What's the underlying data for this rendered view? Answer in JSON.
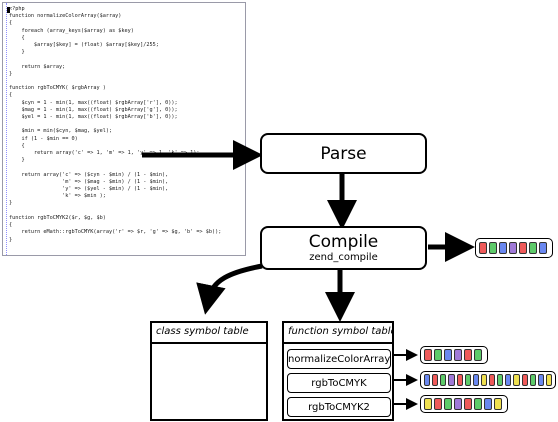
{
  "code_panel": {
    "lines": [
      "<?php",
      "function normalizeColorArray($array)",
      "{",
      "    foreach (array_keys($array) as $key)",
      "    {",
      "        $array[$key] = (float) $array[$key]/255;",
      "    }",
      "",
      "    return $array;",
      "}",
      "",
      "function rgbToCMYK( $rgbArray )",
      "{",
      "    $cyn = 1 - min(1, max((float) $rgbArray['r'], 0));",
      "    $mag = 1 - min(1, max((float) $rgbArray['g'], 0));",
      "    $yel = 1 - min(1, max((float) $rgbArray['b'], 0));",
      "",
      "    $min = min($cyn, $mag, $yel);",
      "    if (1 - $min == 0)",
      "    {",
      "        return array('c' => 1, 'm' => 1, 'y' => 1, 'k' => 1);",
      "    }",
      "",
      "    return array('c' => ($cyn - $min) / (1 - $min),",
      "                 'm' => ($mag - $min) / (1 - $min),",
      "                 'y' => ($yel - $min) / (1 - $min),",
      "                 'k' => $min );",
      "}",
      "",
      "function rgbToCMYK2($r, $g, $b)",
      "{",
      "    return eMath::rgbToCMYK(array('r' => $r, 'g' => $g, 'b' => $b));",
      "}"
    ]
  },
  "boxes": {
    "parse": {
      "label": "Parse"
    },
    "compile": {
      "label": "Compile",
      "sublabel": "zend_compile"
    }
  },
  "class_table": {
    "header": "class symbol table"
  },
  "function_table": {
    "header": "function symbol table",
    "entries": [
      {
        "name": "normalizeColorArray",
        "opcodes": [
          "red",
          "green",
          "blue",
          "purple",
          "red",
          "green"
        ]
      },
      {
        "name": "rgbToCMYK",
        "opcodes": [
          "blue",
          "red",
          "green",
          "purple",
          "red",
          "green",
          "blue",
          "yellow",
          "red",
          "green",
          "blue",
          "yellow",
          "red",
          "green",
          "blue",
          "yellow"
        ]
      },
      {
        "name": "rgbToCMYK2",
        "opcodes": [
          "yellow",
          "red",
          "green",
          "purple",
          "red",
          "green",
          "blue",
          "yellow"
        ]
      }
    ]
  },
  "main_opcodes": [
    "red",
    "green",
    "blue",
    "purple",
    "red",
    "green",
    "blue"
  ],
  "colors": {
    "red": "#ef5a5a",
    "green": "#5ecb6a",
    "blue": "#6a88f0",
    "purple": "#a07ad8",
    "yellow": "#efe050",
    "border": "#000000"
  }
}
